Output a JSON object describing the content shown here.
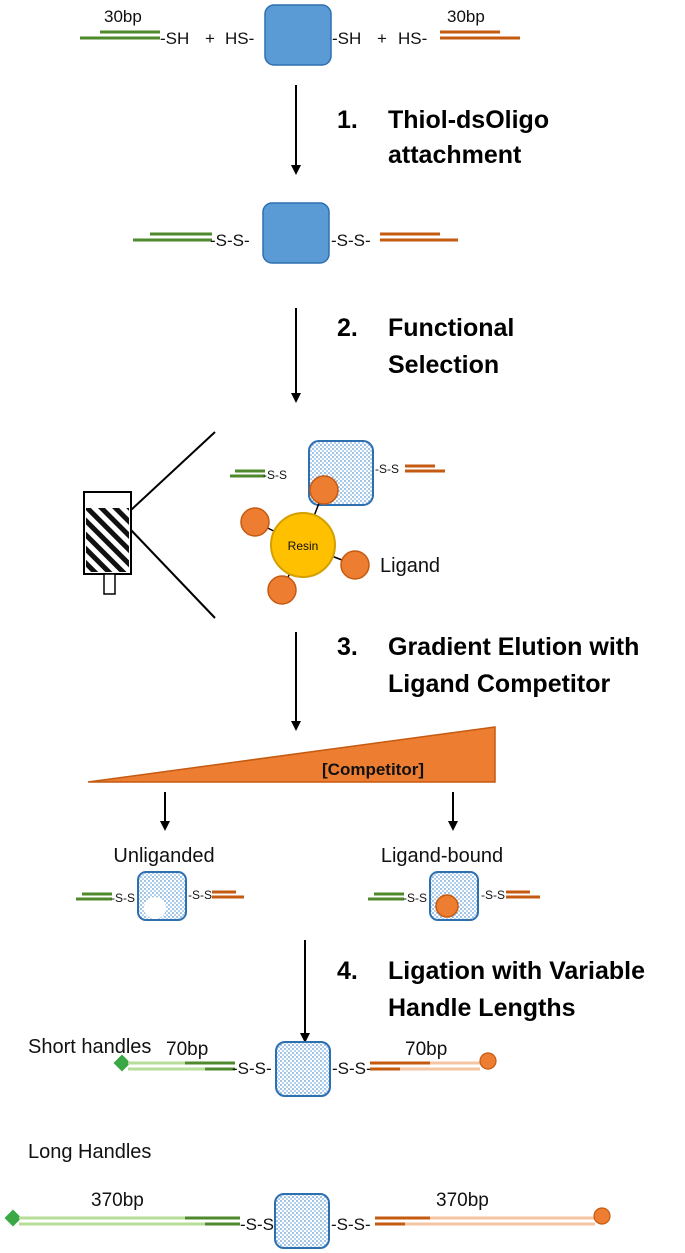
{
  "colors": {
    "green_dark": "#4e8a2c",
    "green_light": "#b7dd98",
    "orange_dark": "#c55a11",
    "orange_light": "#f5c4a3",
    "protein_blue": "#5b9bd5",
    "protein_blue_edge": "#2e6fb0",
    "resin_yellow": "#ffc000",
    "ligand_orange": "#ed7d31",
    "diamond_green": "#3aa844"
  },
  "steps": [
    {
      "number": "1.",
      "line1": "Thiol-dsOligo",
      "line2": "attachment"
    },
    {
      "number": "2.",
      "line1": "Functional",
      "line2": "Selection"
    },
    {
      "number": "3.",
      "line1": "Gradient Elution with",
      "line2": "Ligand Competitor"
    },
    {
      "number": "4.",
      "line1": "Ligation with Variable",
      "line2": "Handle Lengths"
    }
  ],
  "top": {
    "left_length": "30bp",
    "right_length": "30bp",
    "left_sh": "-SH",
    "plus": "+",
    "hs": "HS-",
    "right_sh": "-SH",
    "plus2": "+",
    "hs2": "HS-"
  },
  "attached": {
    "left_ss": "-S-S-",
    "right_ss": "-S-S-"
  },
  "selection": {
    "resin_label": "Resin",
    "ligand_label": "Ligand",
    "left_ss": "-S-S",
    "right_ss": "-S-S"
  },
  "competitor": {
    "label": "[Competitor]"
  },
  "outcomes": {
    "unliganded_label": "Unliganded",
    "bound_label": "Ligand-bound",
    "ss_left": "-S-S",
    "ss_right": "-S-S"
  },
  "handles": {
    "short_label": "Short handles",
    "short_left_bp": "70bp",
    "short_right_bp": "70bp",
    "long_label": "Long Handles",
    "long_left_bp": "370bp",
    "long_right_bp": "370bp",
    "ss_left": "-S-S-",
    "ss_right": "-S-S-"
  }
}
